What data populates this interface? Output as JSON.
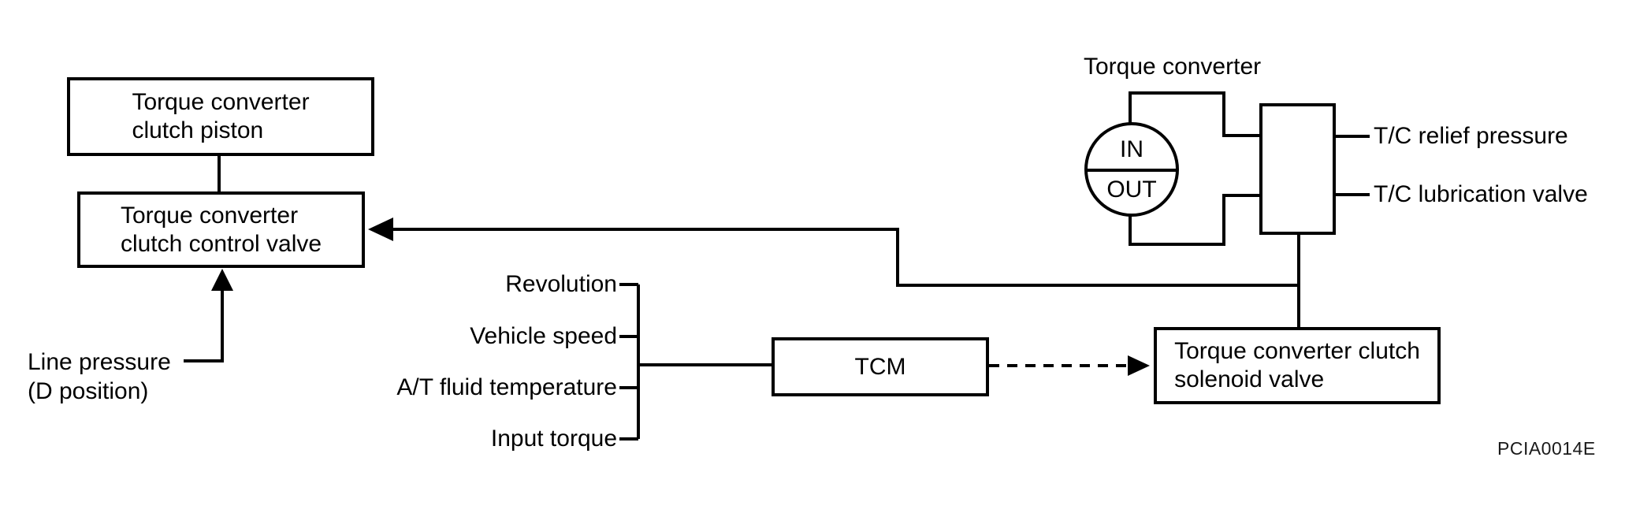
{
  "boxes": {
    "clutch_piston": {
      "line1": "Torque converter",
      "line2": "clutch piston"
    },
    "clutch_control_valve": {
      "line1": "Torque converter",
      "line2": "clutch control valve"
    },
    "tcm": {
      "label": "TCM"
    },
    "solenoid_valve": {
      "line1": "Torque converter clutch",
      "line2": "solenoid valve"
    }
  },
  "torque_converter": {
    "title": "Torque converter",
    "in_label": "IN",
    "out_label": "OUT"
  },
  "inputs": [
    "Revolution",
    "Vehicle speed",
    "A/T fluid temperature",
    "Input torque"
  ],
  "outputs": {
    "relief": "T/C relief pressure",
    "lubrication": "T/C lubrication valve"
  },
  "line_pressure": {
    "line1": "Line pressure",
    "line2": "(D position)"
  },
  "figure_id": "PCIA0014E",
  "colors": {
    "line": "#000000",
    "background": "#ffffff"
  }
}
